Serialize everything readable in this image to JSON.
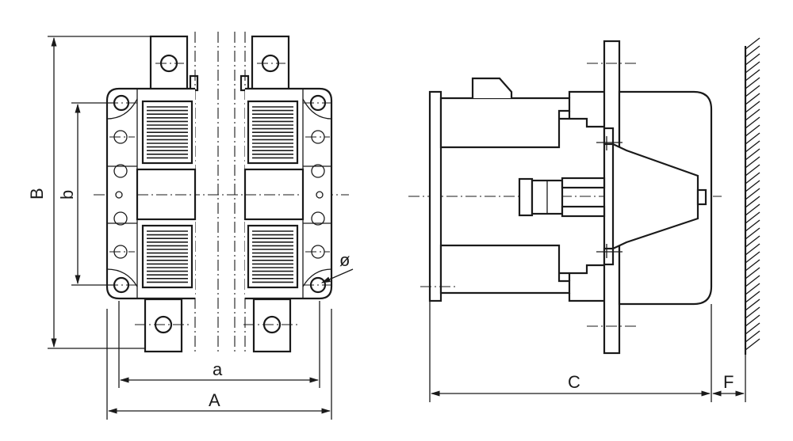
{
  "dimension_labels": {
    "overall_width": "A",
    "mounting_width": "a",
    "overall_height": "B",
    "mounting_height": "b",
    "depth": "C",
    "wall_clearance": "F",
    "hole_diameter": "ø"
  }
}
